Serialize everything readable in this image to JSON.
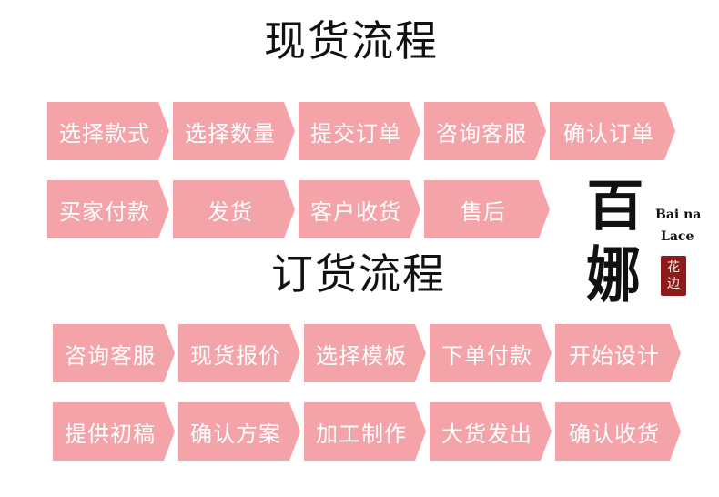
{
  "style": {
    "step_color": "#f4a3a9",
    "text_color": "#ffffff",
    "heading_color": "#111111",
    "seal_color": "#8e1b1b"
  },
  "sections": [
    {
      "title": "现货流程",
      "steps": [
        "选择款式",
        "选择数量",
        "提交订单",
        "咨询客服",
        "确认订单",
        "买家付款",
        "发货",
        "客户收货",
        "售后"
      ]
    },
    {
      "title": "订货流程",
      "steps": [
        "咨询客服",
        "现货报价",
        "选择模板",
        "下单付款",
        "开始设计",
        "提供初稿",
        "确认方案",
        "加工制作",
        "大货发出",
        "确认收货"
      ]
    }
  ],
  "logo": {
    "chars": [
      "百",
      "娜"
    ],
    "latin_line1": "Bai na",
    "latin_line2": "Lace",
    "seal_chars": [
      "花",
      "边"
    ]
  }
}
